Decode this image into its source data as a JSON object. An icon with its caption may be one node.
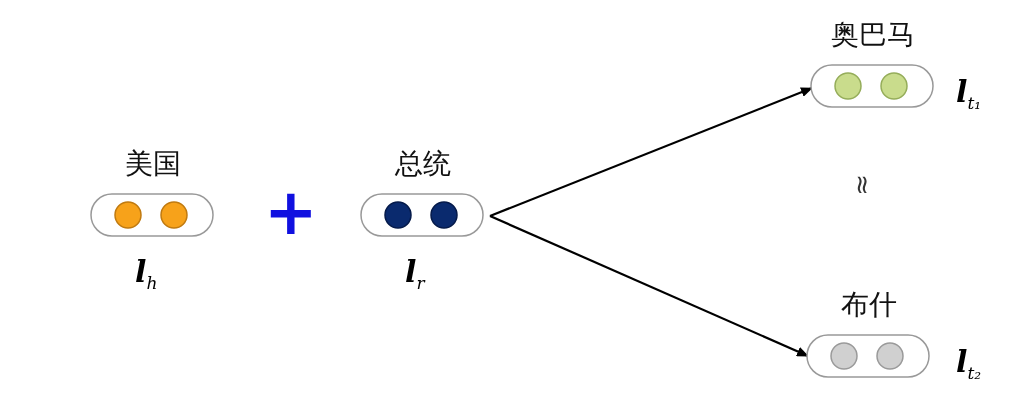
{
  "diagram": {
    "nodes": [
      {
        "text": [
          "美国"
        ],
        "beside": [
          "l$_{h}$"
        ]
      },
      {
        "text": [
          "总统"
        ],
        "beside": [
          "l$_{r}$"
        ]
      },
      {
        "text": [
          "奥巴马"
        ],
        "beside": [
          "l$_{t₁}$"
        ]
      },
      {
        "text": [
          "布什"
        ],
        "beside": [
          "l$_{t₂}$"
        ]
      }
    ],
    "edges": [
      {
        "from": 1,
        "to": 2,
        "arrow": "to"
      },
      {
        "from": 1,
        "to": 3,
        "arrow": "to"
      }
    ],
    "labels": [
      "+",
      "≈"
    ]
  }
}
